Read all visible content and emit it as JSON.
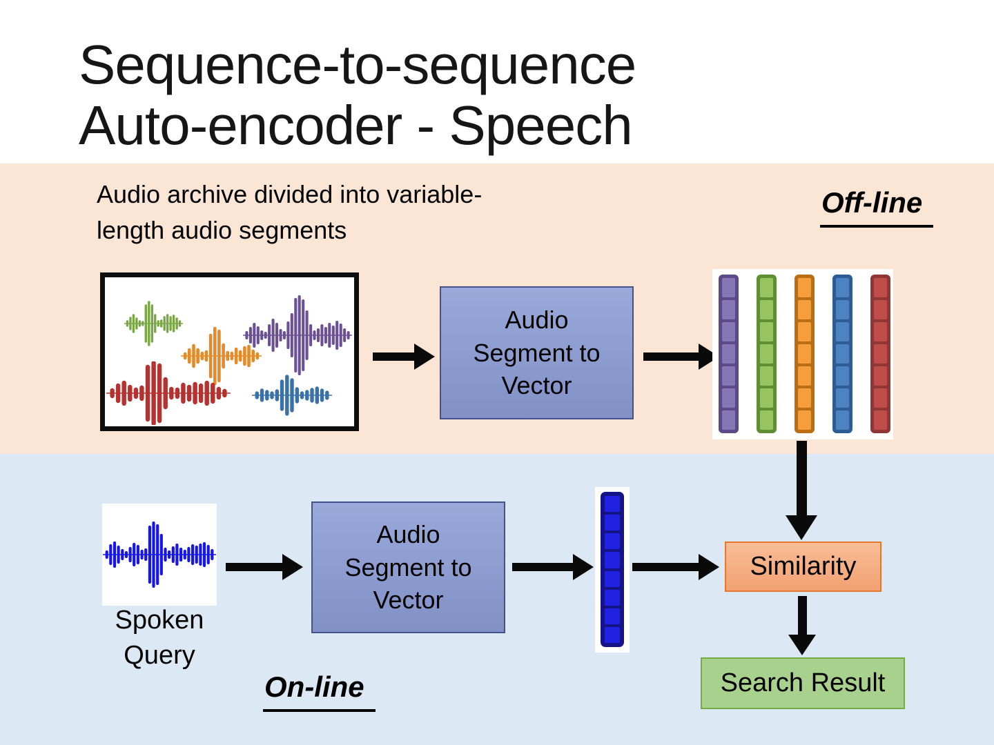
{
  "slide": {
    "title_line1": "Sequence-to-sequence",
    "title_line2": "Auto-encoder - Speech"
  },
  "offline": {
    "label": "Off-line",
    "description_line1": "Audio archive divided into variable-",
    "description_line2": "length audio segments",
    "encoder_label": "Audio Segment to Vector"
  },
  "online": {
    "label": "On-line",
    "query_label": "Spoken Query",
    "encoder_label": "Audio Segment to Vector",
    "similarity_label": "Similarity",
    "search_result_label": "Search Result"
  },
  "vectors": {
    "archive": [
      {
        "name": "purple",
        "fill": "#8577B5",
        "border": "#5B4A86",
        "cells": 7
      },
      {
        "name": "green",
        "fill": "#97C45F",
        "border": "#5E8F35",
        "cells": 7
      },
      {
        "name": "orange",
        "fill": "#F49E3C",
        "border": "#BB6D13",
        "cells": 7
      },
      {
        "name": "blue",
        "fill": "#4E83C3",
        "border": "#2E5C94",
        "cells": 7
      },
      {
        "name": "red",
        "fill": "#BF4E4B",
        "border": "#8E3734",
        "cells": 7
      }
    ],
    "query": {
      "name": "query-blue",
      "fill": "#2121E2",
      "border": "#141488",
      "cells": 8
    }
  },
  "colors": {
    "band_offline_bg": "#FBE5D5",
    "band_online_bg": "#DCE8F3",
    "encoder_box_fill_top": "#9AA9DA",
    "encoder_box_fill_bottom": "#8191C6",
    "encoder_box_border": "#44518B",
    "similarity_fill_top": "#F9BD97",
    "similarity_fill_bottom": "#F2A172",
    "similarity_border": "#E5772E",
    "result_fill": "#A9D18E",
    "result_border": "#70AD47",
    "arrow": "#0A0A0A",
    "wave_green": "#79A843",
    "wave_purple": "#6B5096",
    "wave_orange": "#E58A28",
    "wave_red": "#B53230",
    "wave_blue": "#3A72A8",
    "wave_query": "#1616E8"
  }
}
